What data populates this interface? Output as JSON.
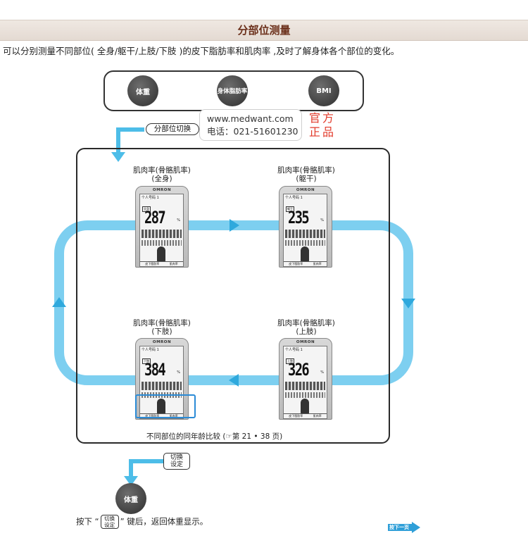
{
  "header": {
    "title": "分部位测量"
  },
  "intro": {
    "text": "可以分别测量不同部位( 全身/躯干/上肢/下肢 )的皮下脂肪率和肌肉率 ,及时了解身体各个部位的变化。"
  },
  "top_buttons": [
    {
      "label": "体重"
    },
    {
      "label": "身体脂肪率"
    },
    {
      "label": "BMI"
    }
  ],
  "watermark": {
    "site": "www.medwant.com",
    "phone": "电话：021-51601230"
  },
  "stamp": {
    "line1": "官方",
    "line2": "正品"
  },
  "switch_label": "分部位切换",
  "panels": [
    {
      "caption1": "肌肉率(骨骼肌率)",
      "caption2": "(全身)",
      "value": "287",
      "tag": "全身"
    },
    {
      "caption1": "肌肉率(骨骼肌率)",
      "caption2": "(躯干)",
      "value": "235",
      "tag": "躯干"
    },
    {
      "caption1": "肌肉率(骨骼肌率)",
      "caption2": "(下肢)",
      "value": "384",
      "tag": "下肢"
    },
    {
      "caption1": "肌肉率(骨骼肌率)",
      "caption2": "(上肢)",
      "value": "326",
      "tag": "上肢"
    }
  ],
  "device": {
    "brand": "OMRON",
    "user": "个人号码 1",
    "unit": "%",
    "foot_left": "皮下脂肪率",
    "foot_right": "肌肉率"
  },
  "compare_note": "不同部位的同年龄比较 (☞第 21 • 38 页)",
  "switch_set": {
    "line1": "切换",
    "line2": "设定"
  },
  "weight_button": "体重",
  "bottom_note": {
    "prefix": "按下 “",
    "key1": "切换",
    "key2": "设定",
    "suffix": "” 键后，返回体重显示。"
  },
  "next_page": "按下一页",
  "colors": {
    "flow": "#4dbde8",
    "header_text": "#6b2f1a",
    "stamp": "#e23a2a",
    "highlight": "#2b8bd6"
  }
}
